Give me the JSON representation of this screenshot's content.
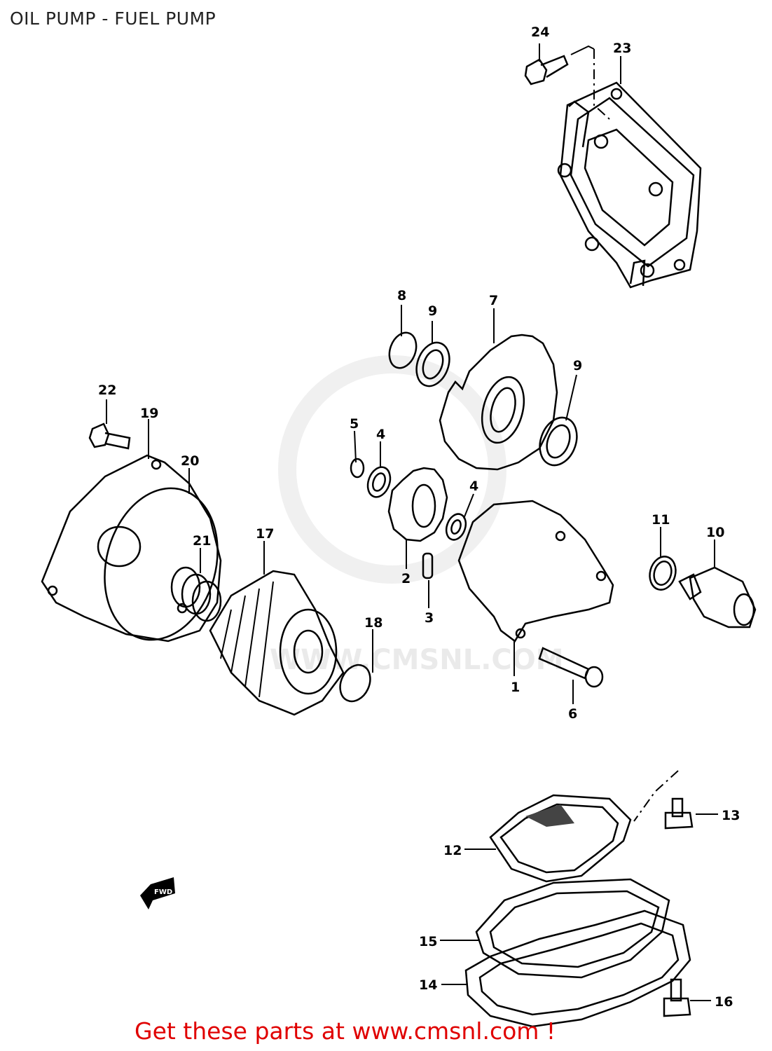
{
  "title": "OIL PUMP - FUEL PUMP",
  "watermark": "WWW.CMSNL.COM",
  "footer": "Get these parts at www.cmsnl.com !",
  "colors": {
    "footer": "#e00000",
    "watermark": "#e8e8e8",
    "line": "#000000"
  },
  "fwd_icon": "fwd-arrow-icon",
  "parts": [
    {
      "num": "1"
    },
    {
      "num": "2"
    },
    {
      "num": "3"
    },
    {
      "num": "4"
    },
    {
      "num": "4"
    },
    {
      "num": "5"
    },
    {
      "num": "6"
    },
    {
      "num": "7"
    },
    {
      "num": "8"
    },
    {
      "num": "9"
    },
    {
      "num": "9"
    },
    {
      "num": "10"
    },
    {
      "num": "11"
    },
    {
      "num": "12"
    },
    {
      "num": "13"
    },
    {
      "num": "14"
    },
    {
      "num": "15"
    },
    {
      "num": "16"
    },
    {
      "num": "17"
    },
    {
      "num": "18"
    },
    {
      "num": "19"
    },
    {
      "num": "20"
    },
    {
      "num": "21"
    },
    {
      "num": "22"
    },
    {
      "num": "23"
    },
    {
      "num": "24"
    }
  ]
}
